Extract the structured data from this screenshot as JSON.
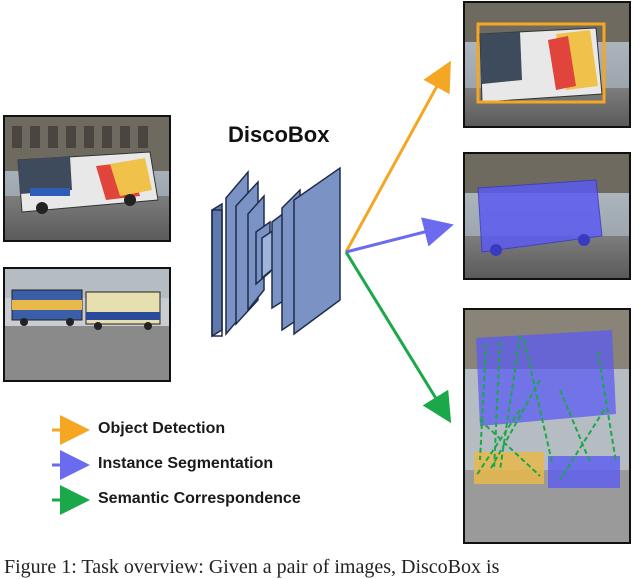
{
  "title": "DiscoBox",
  "legend": [
    {
      "label": "Object Detection",
      "color": "#f5a623"
    },
    {
      "label": "Instance Segmentation",
      "color": "#6b6bf0"
    },
    {
      "label": "Semantic Correspondence",
      "color": "#1aa84a"
    }
  ],
  "caption": "Figure 1: Task overview: Given a pair of images, DiscoBox is",
  "colors": {
    "network_fill": "#7b93c4",
    "network_stroke": "#1f2d4d",
    "detection": "#f5a623",
    "segmentation": "#6b6bf0",
    "correspondence": "#1aa84a"
  }
}
